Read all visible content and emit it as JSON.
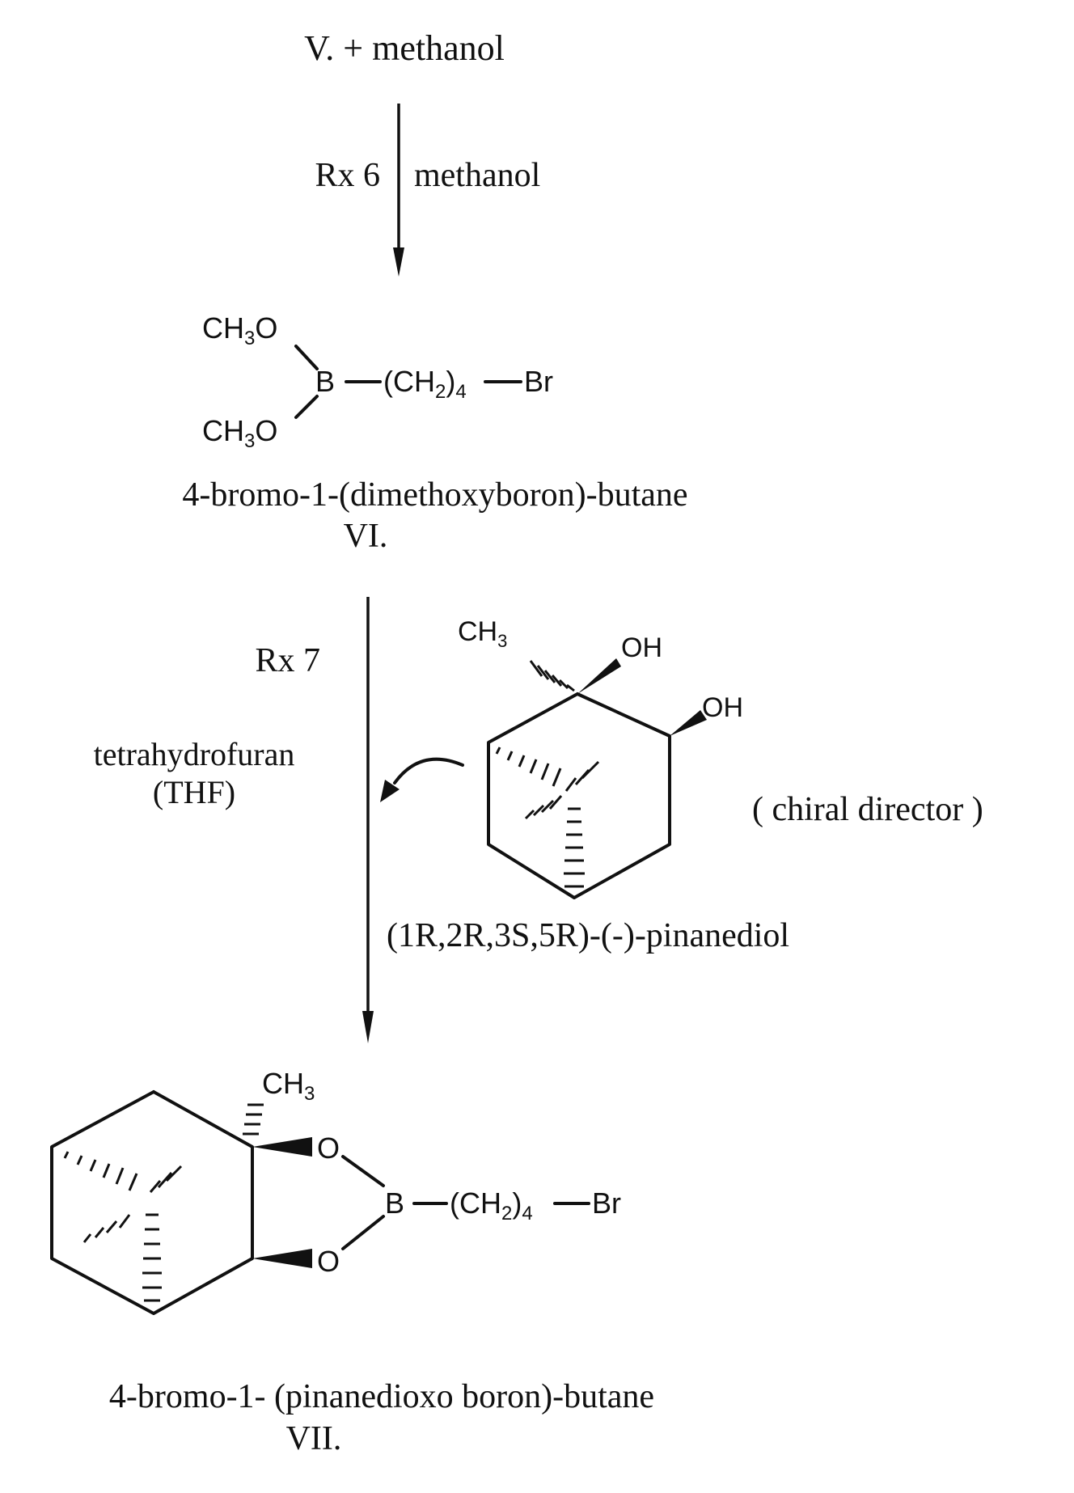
{
  "step1": {
    "start": "V. + methanol",
    "reaction": "Rx 6",
    "reagent": "methanol"
  },
  "compound_VI": {
    "labels": {
      "ome_top": "CH3O",
      "ome_bottom": "CH3O",
      "boron": "B",
      "chain": "(CH2)4",
      "bromine": "Br"
    },
    "name": "4-bromo-1-(dimethoxyboron)-butane",
    "number": "VI."
  },
  "step2": {
    "reaction": "Rx 7",
    "solvent_line1": "tetrahydrofuran",
    "solvent_line2": "(THF)",
    "reagent_name": "(1R,2R,3S,5R)-(-)-pinanediol",
    "reagent_role": "( chiral director )",
    "reagent_labels": {
      "methyl": "CH3",
      "oh1": "OH",
      "oh2": "OH"
    }
  },
  "compound_VII": {
    "labels": {
      "methyl": "CH3",
      "o_top": "O",
      "o_bottom": "O",
      "boron": "B",
      "chain": "(CH2)4",
      "bromine": "Br"
    },
    "name": "4-bromo-1- (pinanedioxo boron)-butane",
    "number": "VII."
  }
}
